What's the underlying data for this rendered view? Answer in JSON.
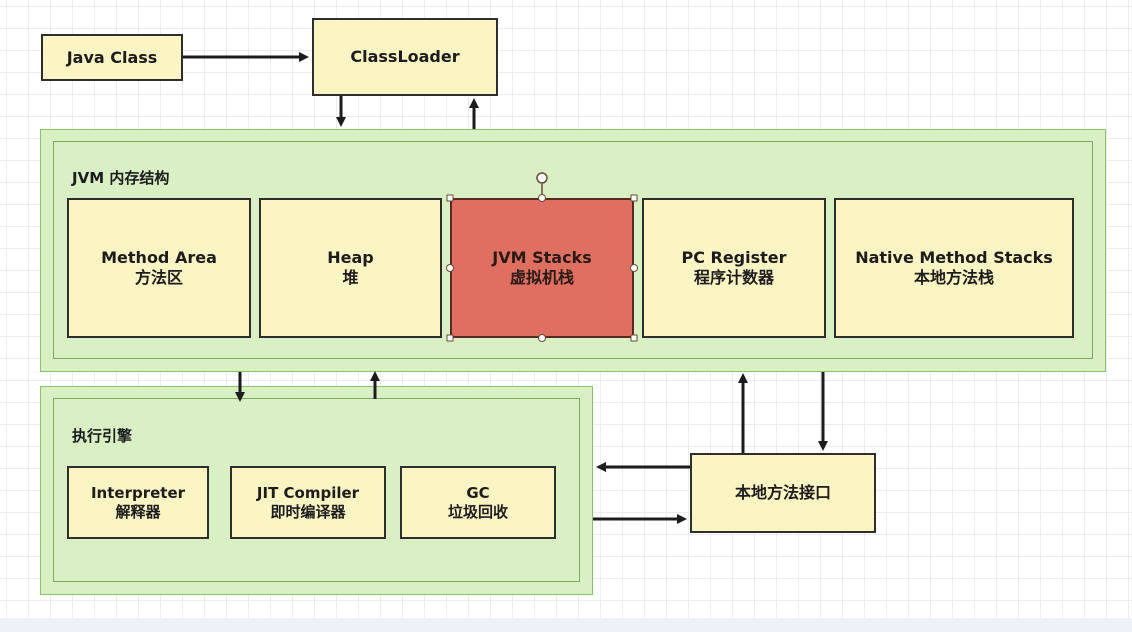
{
  "diagram": {
    "java_class": "Java Class",
    "classloader": "ClassLoader",
    "memory": {
      "label": "JVM 内存结构",
      "method_area": {
        "en": "Method Area",
        "zh": "方法区"
      },
      "heap": {
        "en": "Heap",
        "zh": "堆"
      },
      "jvm_stacks": {
        "en": "JVM Stacks",
        "zh": "虚拟机栈"
      },
      "pc_register": {
        "en": "PC Register",
        "zh": "程序计数器"
      },
      "native_stacks": {
        "en": "Native Method Stacks",
        "zh": "本地方法栈"
      }
    },
    "engine": {
      "label": "执行引擎",
      "interpreter": {
        "en": "Interpreter",
        "zh": "解释器"
      },
      "jit": {
        "en": "JIT Compiler",
        "zh": "即时编译器"
      },
      "gc": {
        "en": "GC",
        "zh": "垃圾回收"
      }
    },
    "native_interface": "本地方法接口"
  },
  "colors": {
    "box_fill": "#fbf4c3",
    "container_fill": "#d9f0c4",
    "selected_fill": "#df6f60"
  }
}
